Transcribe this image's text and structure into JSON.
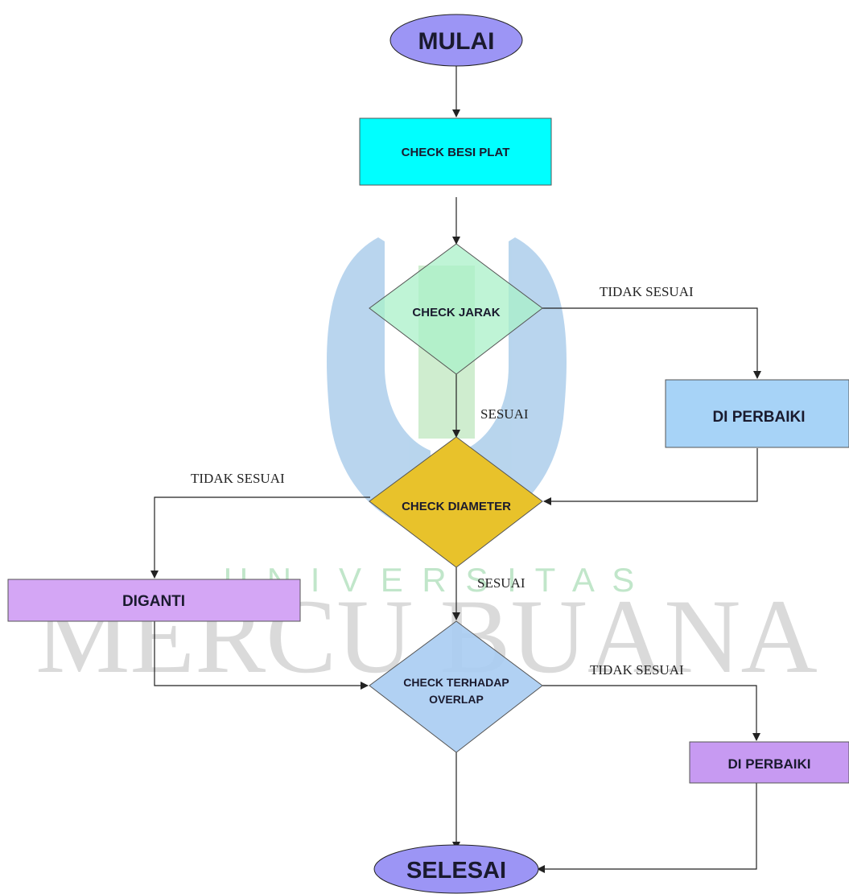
{
  "watermark": {
    "line1": "U N I V E R S I T A S",
    "line2": "MERCU BUANA"
  },
  "nodes": {
    "start": {
      "label": "MULAI",
      "fill": "#9c95f5"
    },
    "check_plate": {
      "label": "CHECK BESI PLAT",
      "fill": "#00ffff"
    },
    "check_distance": {
      "label": "CHECK JARAK",
      "fill": "#aaf0c8"
    },
    "fix_1": {
      "label": "DI PERBAIKI",
      "fill": "#a7d3f7"
    },
    "check_diameter": {
      "label": "CHECK DIAMETER",
      "fill": "#e8c22b"
    },
    "replace": {
      "label": "DIGANTI",
      "fill": "#d4a6f5"
    },
    "check_overlap": {
      "label_line1": "CHECK TERHADAP",
      "label_line2": "OVERLAP",
      "fill": "#a9ccf2"
    },
    "fix_2": {
      "label": "DI PERBAIKI",
      "fill": "#c79af2"
    },
    "end": {
      "label": "SELESAI",
      "fill": "#9c95f5"
    }
  },
  "edge_labels": {
    "distance_fail": "TIDAK SESUAI",
    "distance_pass": "SESUAI",
    "diameter_fail": "TIDAK SESUAI",
    "diameter_pass": "SESUAI",
    "overlap_fail": "TIDAK SESUAI"
  }
}
